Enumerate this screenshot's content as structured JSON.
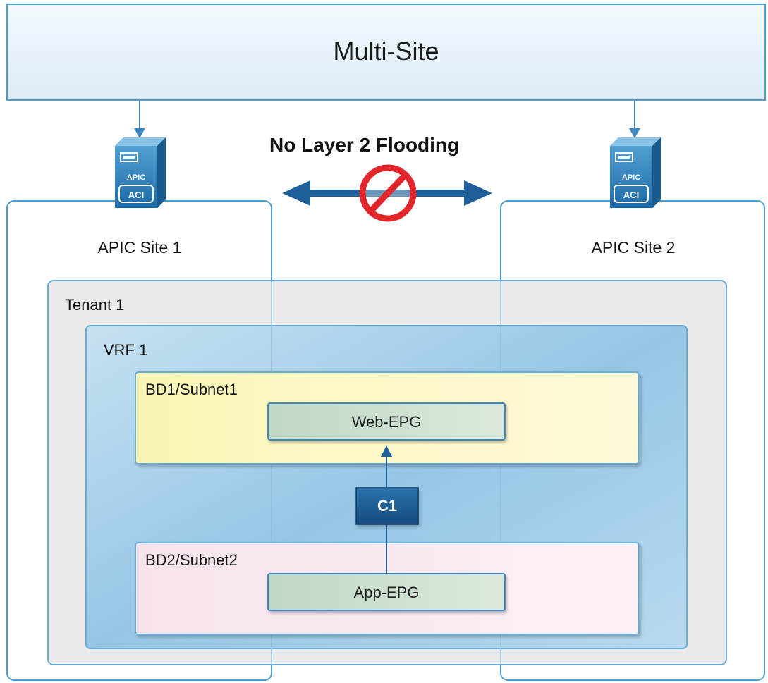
{
  "multisite": {
    "title": "Multi-Site"
  },
  "flooding": {
    "label": "No Layer 2 Flooding"
  },
  "apic1": {
    "badge": "APIC",
    "logo": "ACI",
    "label": "APIC Site 1"
  },
  "apic2": {
    "badge": "APIC",
    "logo": "ACI",
    "label": "APIC Site 2"
  },
  "tenant": {
    "label": "Tenant 1"
  },
  "vrf": {
    "label": "VRF 1"
  },
  "bd1": {
    "label": "BD1/Subnet1",
    "epg": "Web-EPG"
  },
  "bd2": {
    "label": "BD2/Subnet2",
    "epg": "App-EPG"
  },
  "contract": {
    "label": "C1"
  },
  "colors": {
    "line": "#4a9fd0",
    "arrow": "#1f5f99",
    "prohibit": "#e0262b",
    "bd1_fill": "#fcf7bd",
    "bd2_fill": "#f8e8f2",
    "epg_fill": "#cfe2d2",
    "vrf_fill": "#a9d0ea",
    "tenant_fill": "#ebebeb",
    "contract_fill": "#1c5a90"
  },
  "icons": [
    "apic-server-icon",
    "no-entry-icon",
    "double-arrow-icon"
  ]
}
